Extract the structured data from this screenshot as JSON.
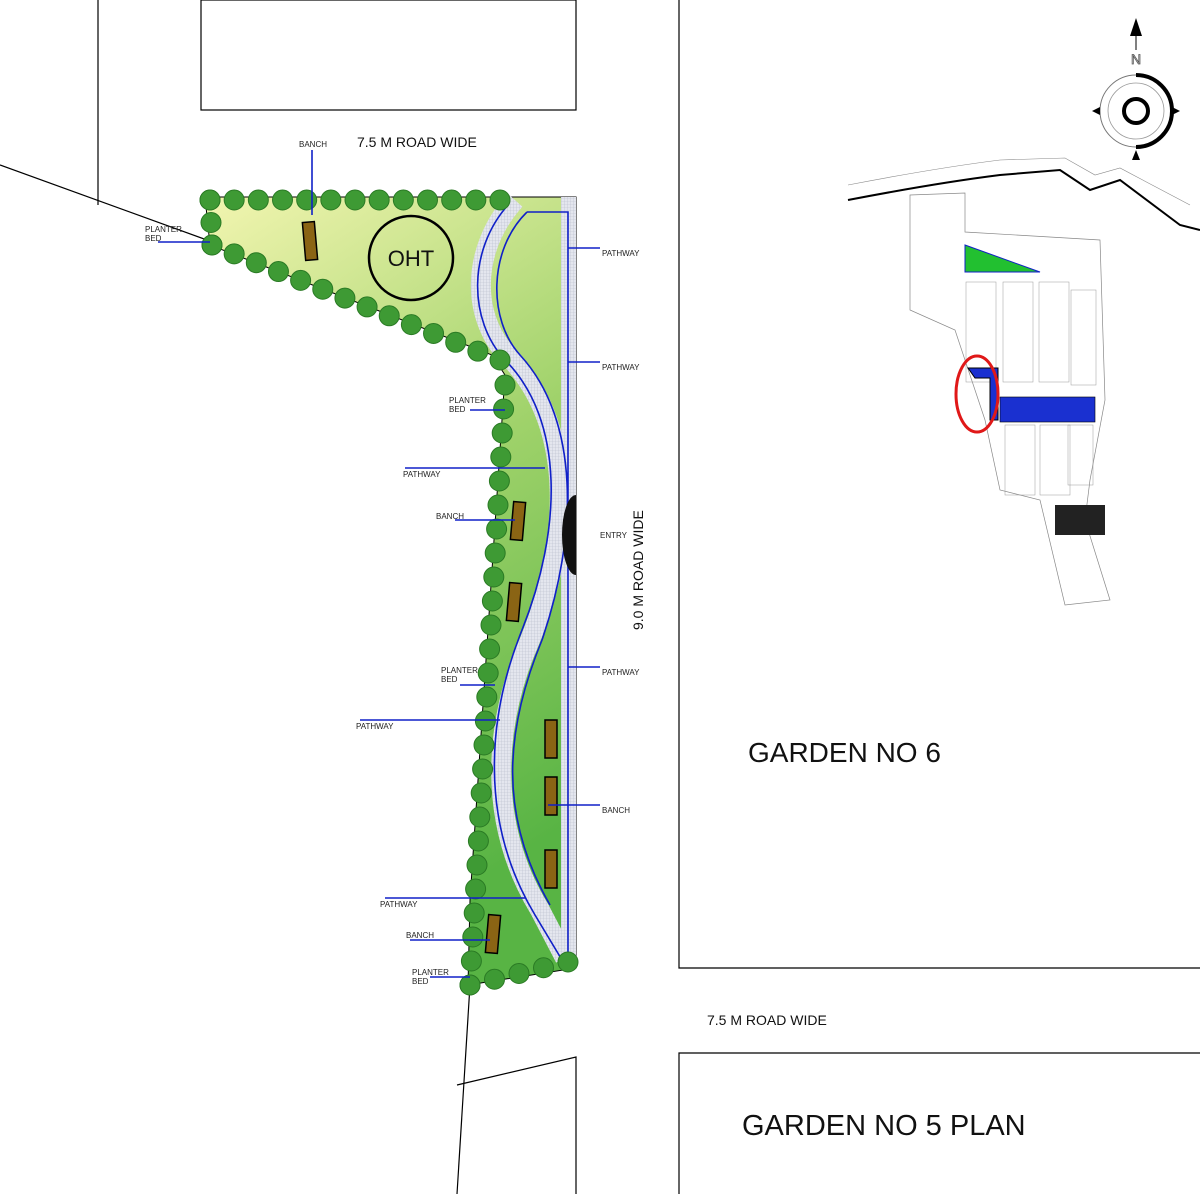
{
  "title": "GARDEN NO 5 PLAN",
  "garden6_label": "GARDEN NO 6",
  "roads": {
    "top": "7.5 M ROAD WIDE",
    "right": "9.0 M ROAD WIDE",
    "bottom": "7.5 M ROAD WIDE"
  },
  "oht_label": "OHT",
  "compass": {
    "north": "N"
  },
  "labels": {
    "banch": "BANCH",
    "planter_bed_1": "PLANTER",
    "planter_bed_2": "BED",
    "pathway": "PATHWAY",
    "entry": "ENTRY"
  },
  "colors": {
    "lawn_light": "#eef2a8",
    "lawn_dark": "#5cb848",
    "tree": "#3e9a34",
    "pathway": "#d8dbe4",
    "leader": "#1020c8",
    "bench": "#8a6414",
    "highlight": "#e01818"
  }
}
